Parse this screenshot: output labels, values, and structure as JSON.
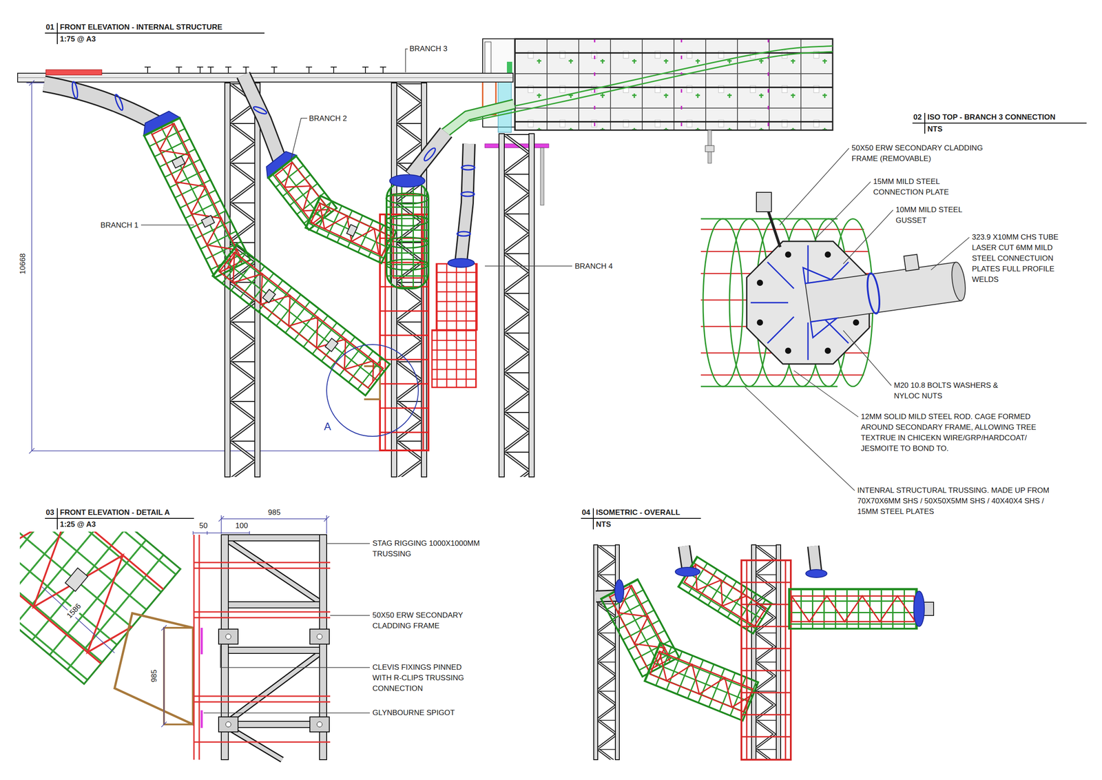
{
  "diagram": {
    "labels": [
      "01",
      "FRONT ELEVATION - INTERNAL STRUCTURE",
      "1:75 @ A3",
      "BRANCH 3",
      "BRANCH 2",
      "BRANCH 1",
      "BRANCH 4",
      "10668",
      "A",
      "02",
      "ISO TOP - BRANCH 3 CONNECTION",
      "NTS",
      "50X50 ERW SECONDARY CLADDING FRAME (REMOVABLE)",
      "15MM MILD STEEL CONNECTION PLATE",
      "10MM MILD STEEL GUSSET",
      "323.9 X10MM CHS TUBE LASER CUT 6MM MILD STEEL CONNECTUION PLATES FULL PROFILE WELDS",
      "M20 10.8 BOLTS WASHERS & NYLOC NUTS",
      "12MM SOLID MILD STEEL ROD. CAGE FORMED AROUND SECONDARY FRAME, ALLOWING TREE TEXTRUE IN CHICEKN WIRE/GRP/HARDCOAT/ JESMOITE TO BOND TO.",
      "INTENRAL STRUCTURAL TRUSSING. MADE UP FROM 70X70X6MM SHS / 50X50X5MM SHS / 40X40X4 SHS / 15MM STEEL PLATES",
      "03",
      "FRONT ELEVATION - DETAIL A",
      "1:25 @ A3",
      "50",
      "100",
      "985",
      "1586",
      "985",
      "STAG RIGGING 1000X1000MM TRUSSING",
      "50X50 ERW SECONDARY CLADDING FRAME",
      "CLEVIS FIXINGS PINNED WITH R-CLIPS TRUSSING CONNECTION",
      "GLYNBOURNE SPIGOT",
      "04",
      "ISOMETRIC - OVERALL",
      "NTS"
    ]
  }
}
